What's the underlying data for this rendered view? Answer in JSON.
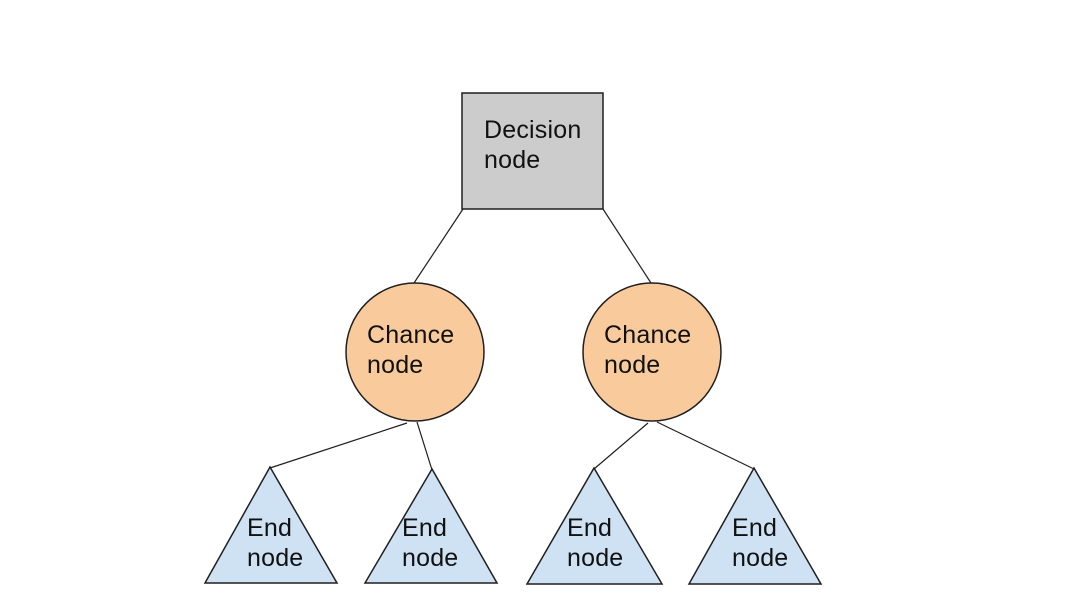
{
  "colors": {
    "background": "#ffffff",
    "decision_fill": "#cccccc",
    "chance_fill": "#f9cb9c",
    "end_fill": "#cfe2f3",
    "outline": "#1f1f1f",
    "text": "#111111"
  },
  "nodes": {
    "decision": {
      "shape": "square",
      "label": "Decision\nnode"
    },
    "chance_left": {
      "shape": "circle",
      "label": "Chance\nnode"
    },
    "chance_right": {
      "shape": "circle",
      "label": "Chance\nnode"
    },
    "end_1": {
      "shape": "triangle",
      "label": "End\nnode"
    },
    "end_2": {
      "shape": "triangle",
      "label": "End\nnode"
    },
    "end_3": {
      "shape": "triangle",
      "label": "End\nnode"
    },
    "end_4": {
      "shape": "triangle",
      "label": "End\nnode"
    }
  },
  "edges": [
    {
      "from": "decision",
      "to": "chance_left"
    },
    {
      "from": "decision",
      "to": "chance_right"
    },
    {
      "from": "chance_left",
      "to": "end_1"
    },
    {
      "from": "chance_left",
      "to": "end_2"
    },
    {
      "from": "chance_right",
      "to": "end_3"
    },
    {
      "from": "chance_right",
      "to": "end_4"
    }
  ]
}
